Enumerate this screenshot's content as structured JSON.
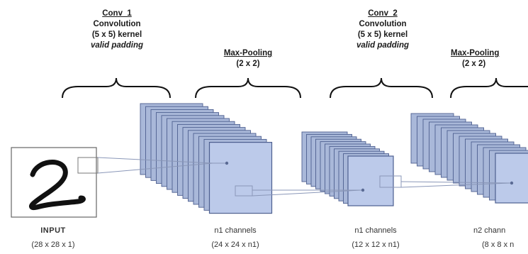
{
  "layers": [
    {
      "id": "conv_1",
      "lines": [
        "Conv_1",
        "Convolution",
        "(5 x 5) kernel",
        "valid padding"
      ]
    },
    {
      "id": "maxpool_1",
      "lines": [
        "Max-Pooling",
        "(2 x 2)"
      ]
    },
    {
      "id": "conv_2",
      "lines": [
        "Conv_2",
        "Convolution",
        "(5 x 5) kernel",
        "valid padding"
      ]
    },
    {
      "id": "maxpool_2",
      "lines": [
        "Max-Pooling",
        "(2 x 2)"
      ]
    }
  ],
  "feature_maps": [
    {
      "id": "input",
      "title": "INPUT",
      "dims": "(28 x 28 x 1)",
      "digit": "2"
    },
    {
      "id": "fm1",
      "title": "n1 channels",
      "dims": "(24 x 24 x n1)"
    },
    {
      "id": "fm2",
      "title": "n1 channels",
      "dims": "(12 x 12 x n1)"
    },
    {
      "id": "fm3",
      "title": "n2 chann",
      "dims": "(8 x 8 x n"
    }
  ],
  "colors": {
    "map_fill": "#a9b8d9",
    "map_edge": "#4d5f8f",
    "map_front": "#bccaea",
    "connector": "#8a97b8"
  }
}
